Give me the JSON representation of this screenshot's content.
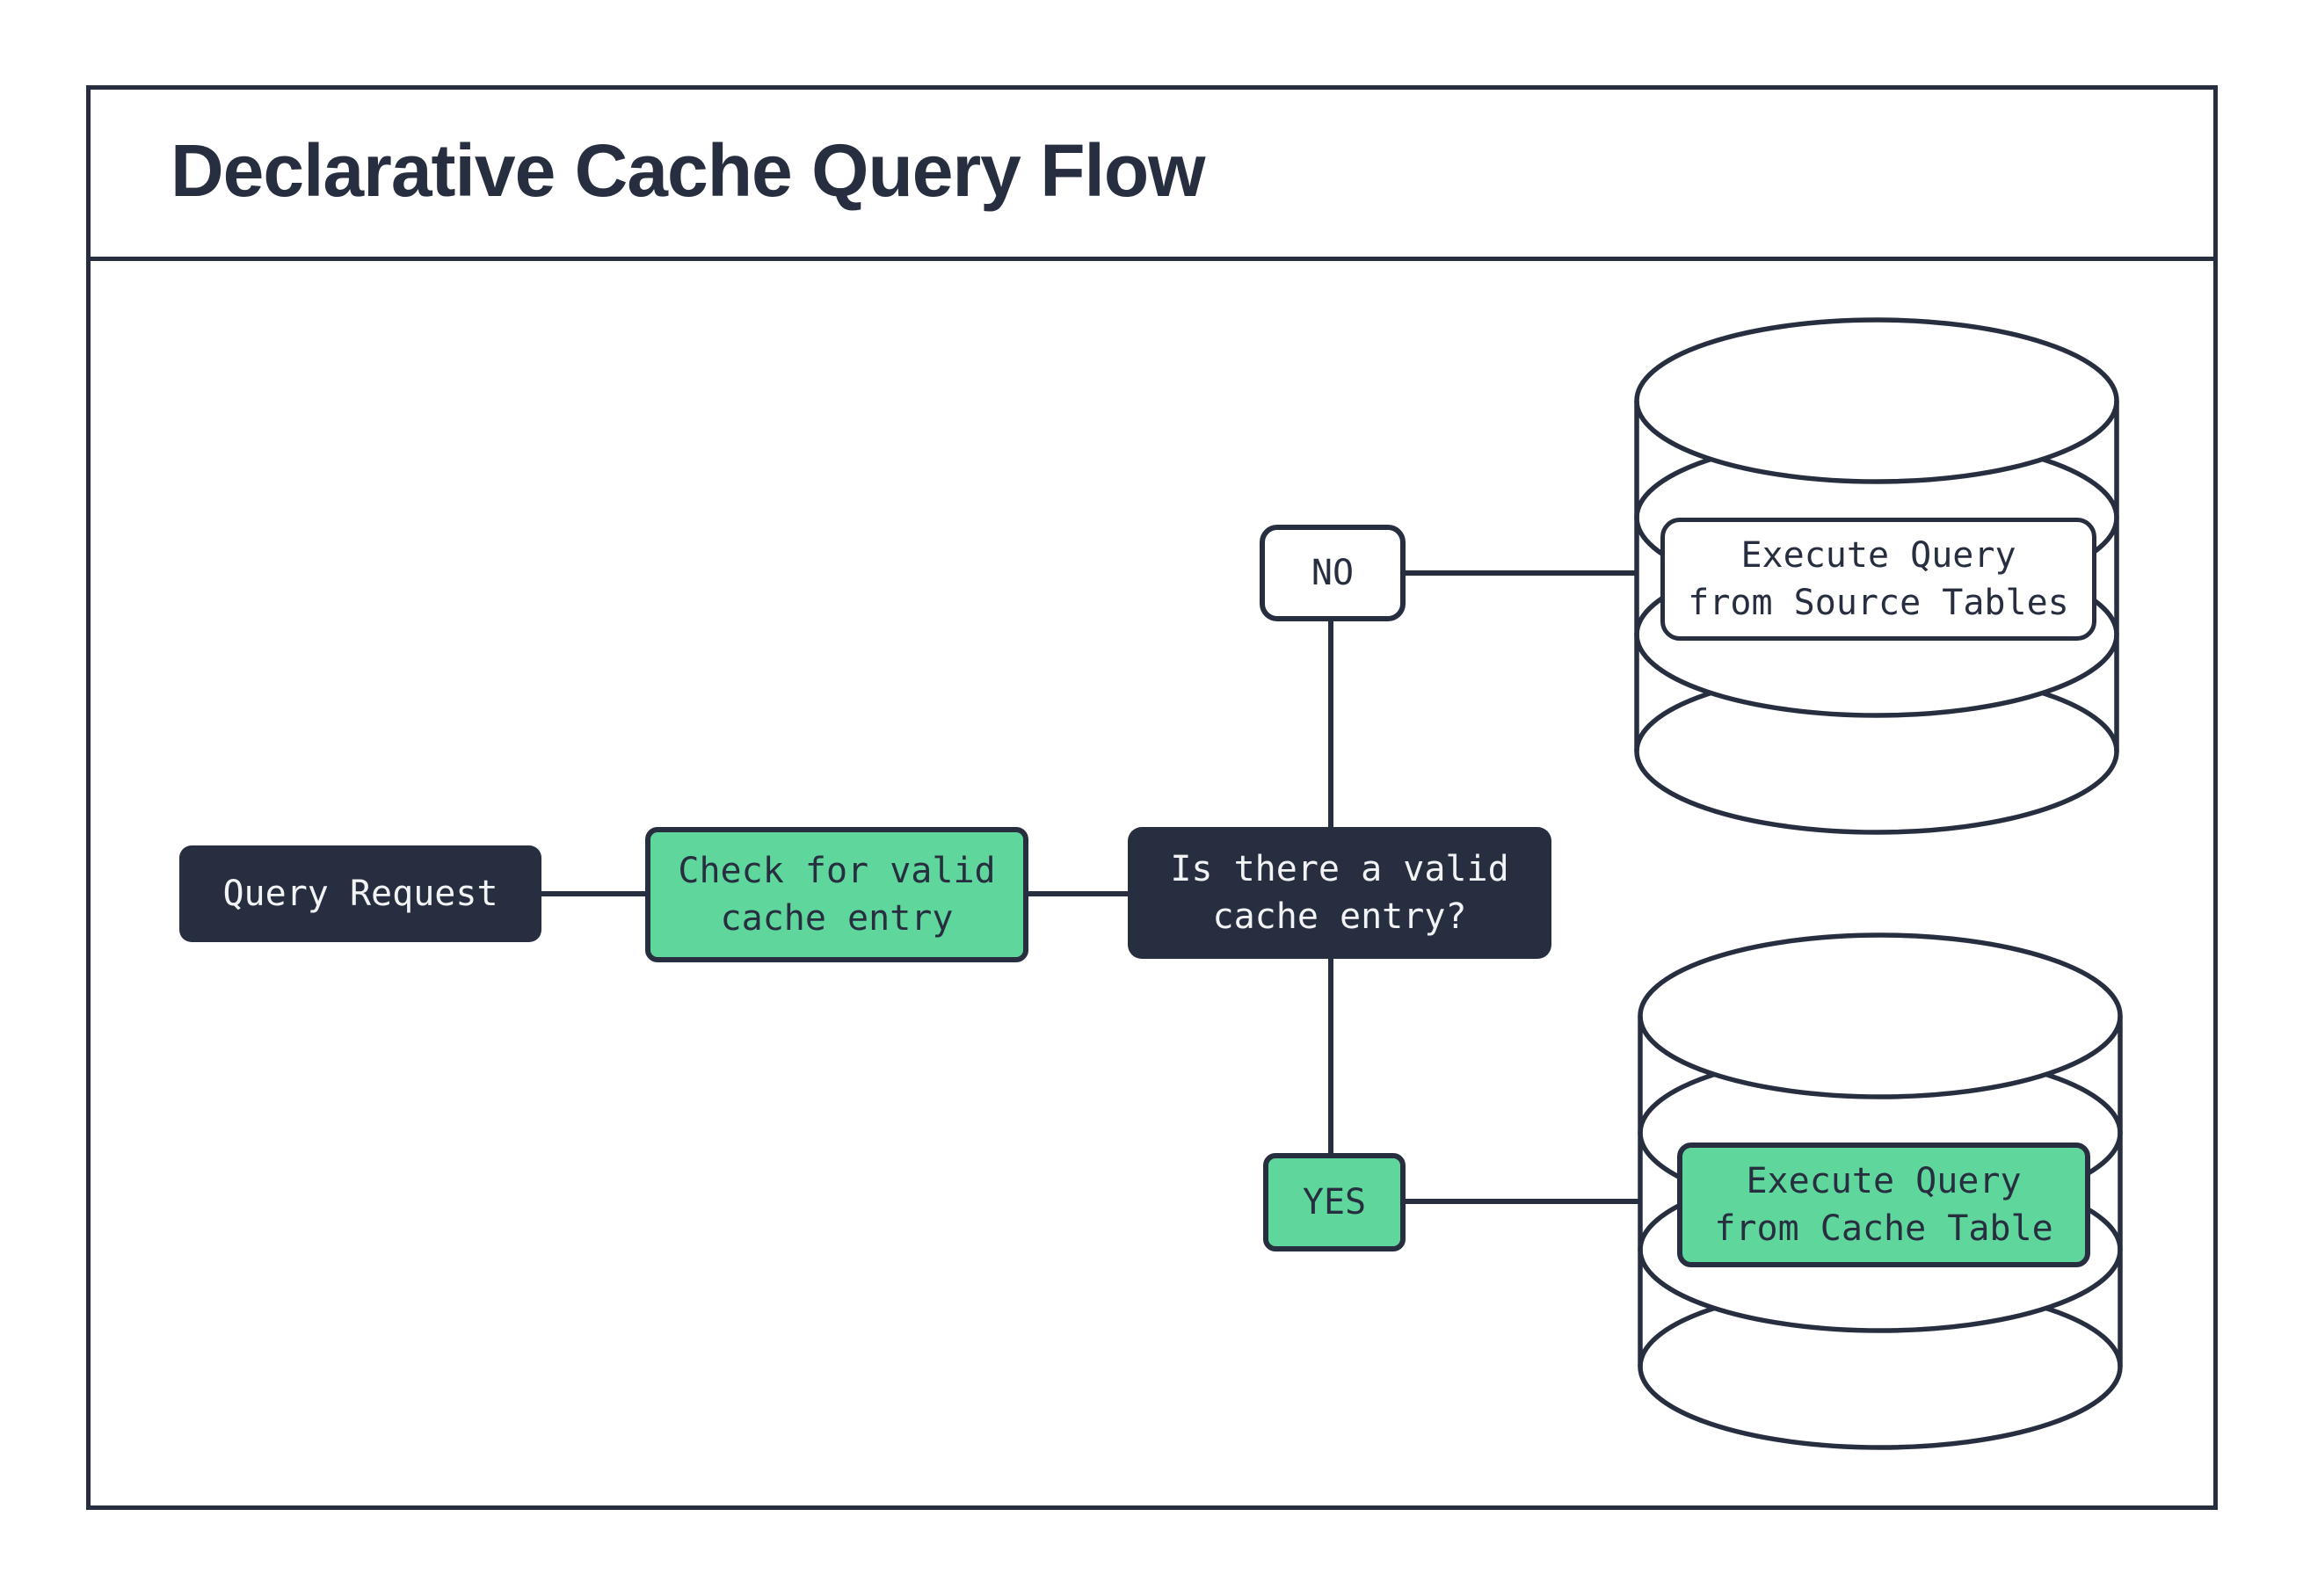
{
  "header": {
    "title": "Declarative Cache Query Flow"
  },
  "colors": {
    "ink": "#272e3f",
    "green": "#5fd69b",
    "paper": "#ffffff",
    "dark_node_text": "#f2f3f5"
  },
  "nodes": {
    "query_request": {
      "label": "Query Request"
    },
    "check_cache": {
      "label": "Check for valid\ncache entry"
    },
    "decision": {
      "label": "Is there a valid\ncache entry?"
    },
    "no_branch": {
      "label": "NO"
    },
    "yes_branch": {
      "label": "YES"
    },
    "execute_source": {
      "label": "Execute Query\nfrom Source Tables"
    },
    "execute_cache": {
      "label": "Execute Query\nfrom Cache Table"
    }
  }
}
